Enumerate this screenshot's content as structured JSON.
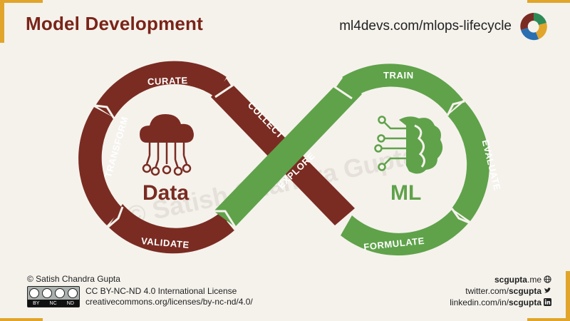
{
  "header": {
    "title": "Model Development",
    "url": "ml4devs.com/mlops-lifecycle"
  },
  "diagram": {
    "left_loop": {
      "label": "Data",
      "icon": "cloud-network-icon",
      "color": "#7a2c22",
      "stages": [
        "CURATE",
        "TRANSFORM",
        "VALIDATE",
        "COLLECT"
      ]
    },
    "right_loop": {
      "label": "ML",
      "icon": "brain-circuit-icon",
      "color": "#5fa24a",
      "stages": [
        "TRAIN",
        "EVALUATE",
        "FORMULATE",
        "EXPLORE"
      ]
    },
    "watermark": "© Satish Chandra Gupta"
  },
  "footer": {
    "copyright": "© Satish Chandra Gupta",
    "license": "CC BY-NC-ND 4.0 International License",
    "license_url": "creativecommons.org/licenses/by-nc-nd/4.0/",
    "badge": [
      "BY",
      "NC",
      "ND"
    ],
    "links": [
      {
        "prefix": "scgupta",
        "suffix": ".me",
        "icon": "globe-icon"
      },
      {
        "prefix": "twitter.com/",
        "suffix": "scgupta",
        "icon": "twitter-icon"
      },
      {
        "prefix": "linkedin.com/in/",
        "suffix": "scgupta",
        "icon": "linkedin-icon"
      }
    ]
  }
}
